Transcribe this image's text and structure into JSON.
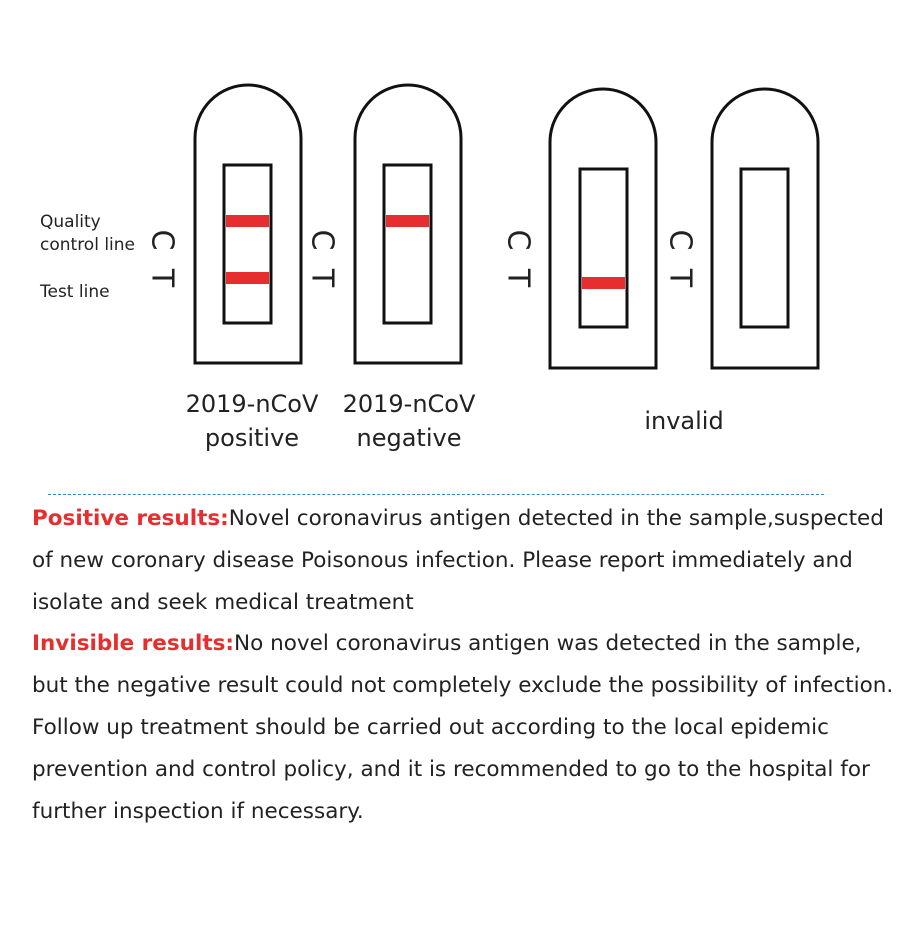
{
  "colors": {
    "line": "#e62e2e",
    "outline": "#111111",
    "text": "#222222",
    "divider": "#3a86c8"
  },
  "legend": {
    "quality_label_1": "Quality",
    "quality_label_2": "control line",
    "test_label": "Test line"
  },
  "marks": {
    "c": "C",
    "t": "T"
  },
  "cassettes": [
    {
      "id": "positive",
      "control_line": true,
      "test_line": true
    },
    {
      "id": "negative",
      "control_line": true,
      "test_line": false
    },
    {
      "id": "invalid-a",
      "control_line": false,
      "test_line": true
    },
    {
      "id": "invalid-b",
      "control_line": false,
      "test_line": false
    }
  ],
  "captions": {
    "positive_1": "2019-nCoV",
    "positive_2": "positive",
    "negative_1": "2019-nCoV",
    "negative_2": "negative",
    "invalid": "invalid"
  },
  "explanation": {
    "positive_label": "Positive results:",
    "positive_text": "Novel coronavirus antigen detected in the sample,suspected of new coronary disease Poisonous infection. Please report immediately and isolate and seek medical treatment",
    "invisible_label": "Invisible results:",
    "invisible_text": "No novel coronavirus antigen was detected in the sample, but the negative result could not completely exclude the possibility of infection. Follow up treatment should be carried out according to the local epidemic prevention and control policy, and it is recommended to go to the hospital for further inspection if necessary."
  }
}
